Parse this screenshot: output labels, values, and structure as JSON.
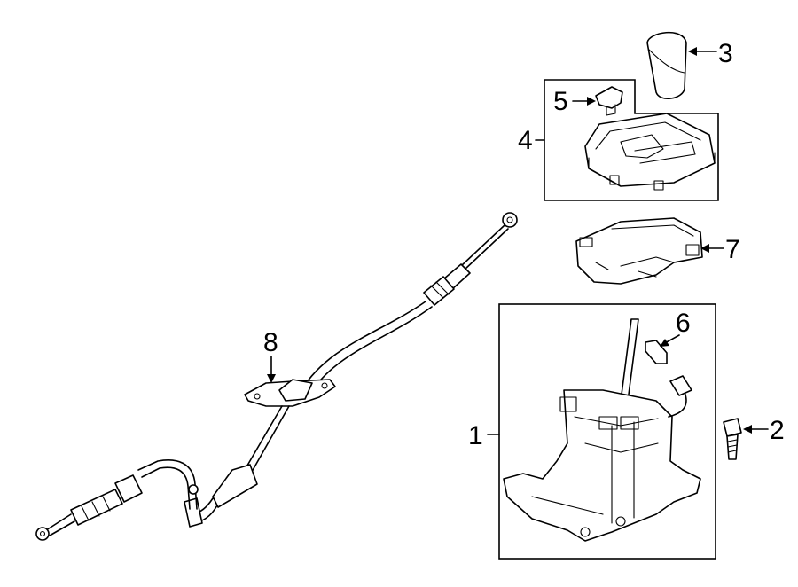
{
  "callouts": {
    "c1": "1",
    "c2": "2",
    "c3": "3",
    "c4": "4",
    "c5": "5",
    "c6": "6",
    "c7": "7",
    "c8": "8"
  },
  "parts": [
    {
      "callout": "1",
      "name": "shifter-assembly"
    },
    {
      "callout": "2",
      "name": "bolt"
    },
    {
      "callout": "3",
      "name": "shift-knob"
    },
    {
      "callout": "4",
      "name": "shift-indicator-bezel"
    },
    {
      "callout": "5",
      "name": "bulb-socket"
    },
    {
      "callout": "6",
      "name": "clip"
    },
    {
      "callout": "7",
      "name": "shifter-housing-cover"
    },
    {
      "callout": "8",
      "name": "shift-control-cable"
    }
  ],
  "colors": {
    "line": "#000000",
    "background": "#ffffff"
  }
}
